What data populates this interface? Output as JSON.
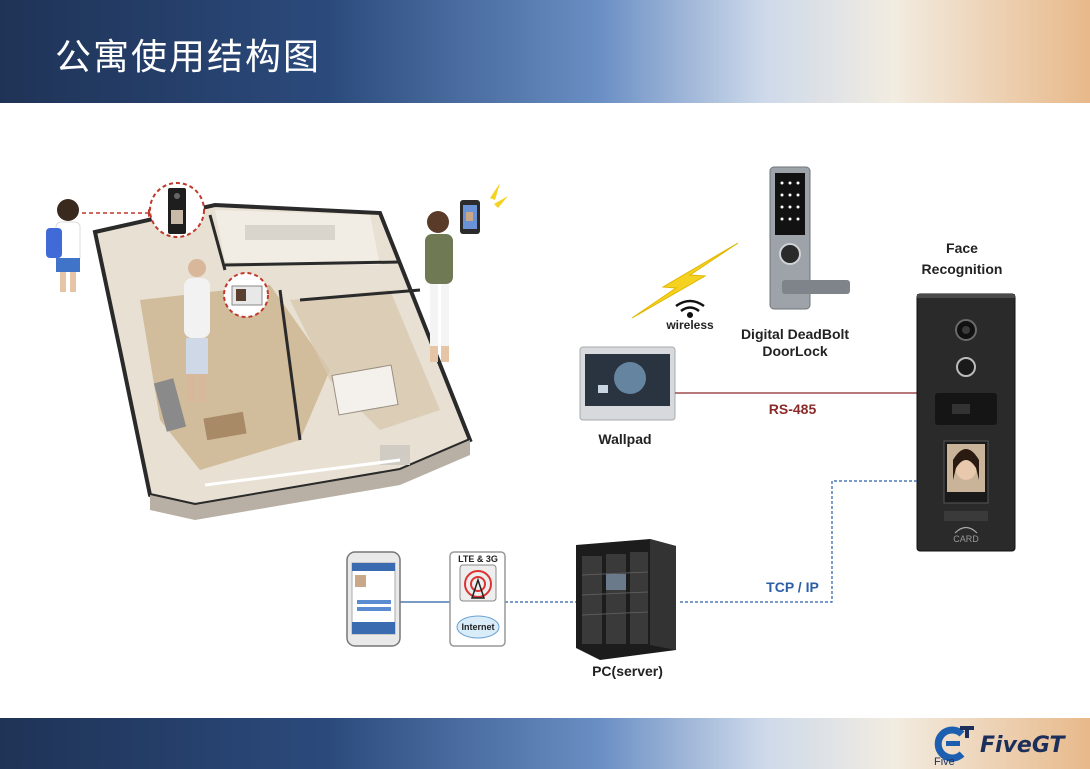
{
  "slide": {
    "title": "公寓使用结构图"
  },
  "labels": {
    "face_recognition": "Face\nRecognition",
    "face_line1": "Face",
    "face_line2": "Recognition",
    "doorlock_line1": "Digital DeadBolt",
    "doorlock_line2": "DoorLock",
    "wireless": "wireless",
    "wallpad": "Wallpad",
    "rs485": "RS-485",
    "tcpip": "TCP / IP",
    "pc_server": "PC(server)",
    "lte": "LTE & 3G",
    "internet": "Internet",
    "card": "CARD"
  },
  "logo": {
    "brand": "FiveGT",
    "sub": "Five"
  },
  "colors": {
    "rs485_line": "#8b2a2a",
    "tcpip_line": "#2a5fa8",
    "lightning": "#f5d21f",
    "panel_dark": "#2a2a2a"
  }
}
